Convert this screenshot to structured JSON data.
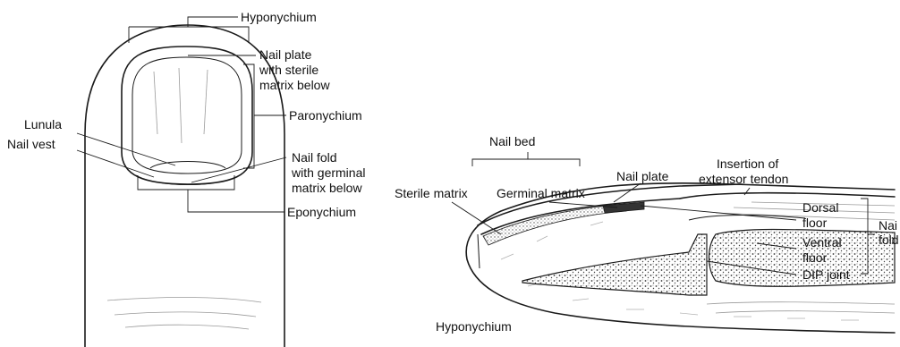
{
  "left_labels": {
    "hyponychium": "Hyponychium",
    "nail_plate": [
      "Nail plate",
      "with sterile",
      "matrix below"
    ],
    "paronychium": "Paronychium",
    "lunula": "Lunula",
    "nail_vest": "Nail vest",
    "nail_fold": [
      "Nail fold",
      "with germinal",
      "matrix below"
    ],
    "eponychium": "Eponychium"
  },
  "right_labels": {
    "nail_bed": "Nail bed",
    "sterile_matrix": "Sterile matrix",
    "germinal_matrix": "Germinal matrix",
    "nail_plate": "Nail plate",
    "insertion": [
      "Insertion of",
      "extensor tendon"
    ],
    "dorsal_floor": [
      "Dorsal",
      "floor"
    ],
    "ventral_floor": [
      "Ventral",
      "floor"
    ],
    "dip_joint": "DIP joint",
    "nail_fold_group": [
      "Nai",
      "fold"
    ],
    "hyponychium": "Hyponychium"
  }
}
